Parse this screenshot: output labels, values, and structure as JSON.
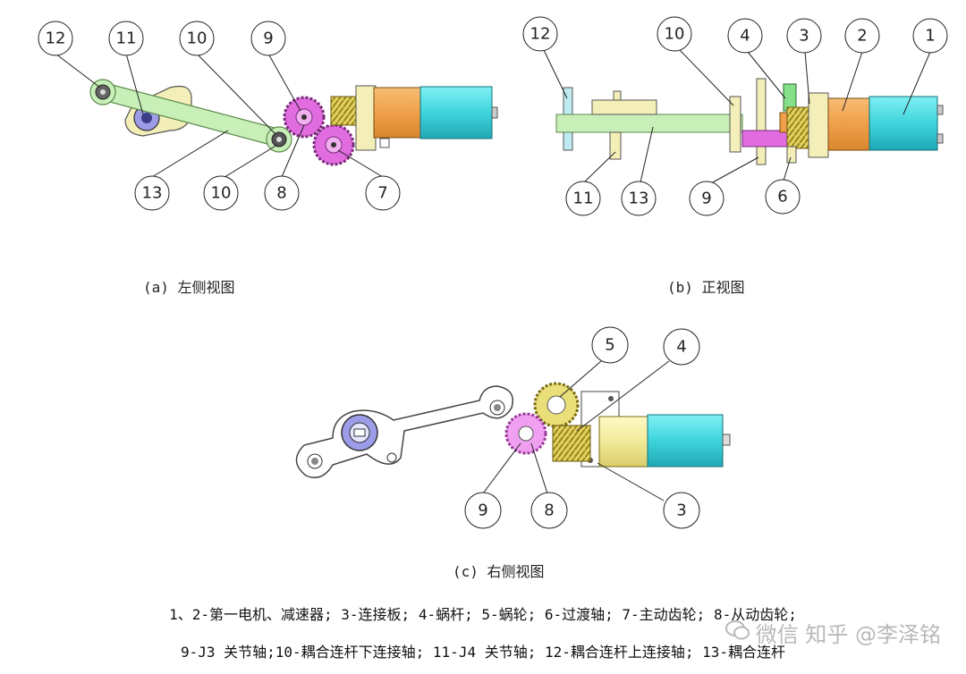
{
  "views": {
    "a": {
      "caption": "(a) 左侧视图",
      "callouts": [
        "12",
        "11",
        "10",
        "9",
        "13",
        "10",
        "8",
        "7"
      ]
    },
    "b": {
      "caption": "(b) 正视图",
      "callouts": [
        "12",
        "10",
        "4",
        "3",
        "2",
        "1",
        "11",
        "13",
        "9",
        "6"
      ]
    },
    "c": {
      "caption": "(c) 右侧视图",
      "callouts": [
        "5",
        "4",
        "9",
        "8",
        "3"
      ]
    }
  },
  "legend": {
    "line1": "1、2-第一电机、减速器; 3-连接板; 4-蜗杆; 5-蜗轮; 6-过渡轴; 7-主动齿轮; 8-从动齿轮;",
    "line2": "9-J3 关节轴;10-耦合连杆下连接轴; 11-J4 关节轴; 12-耦合连杆上连接轴; 13-耦合连杆"
  },
  "watermark": "微信  知乎 @李泽铭",
  "colors": {
    "motor_cyan": "#3fd4dc",
    "reducer_orange": "#f0a04a",
    "plate_yellow": "#f4efb8",
    "gear_magenta": "#e06ce0",
    "gear_yellow": "#e9df78",
    "link_green": "#c9efb8",
    "bearing_blue": "#9c9ce8"
  }
}
